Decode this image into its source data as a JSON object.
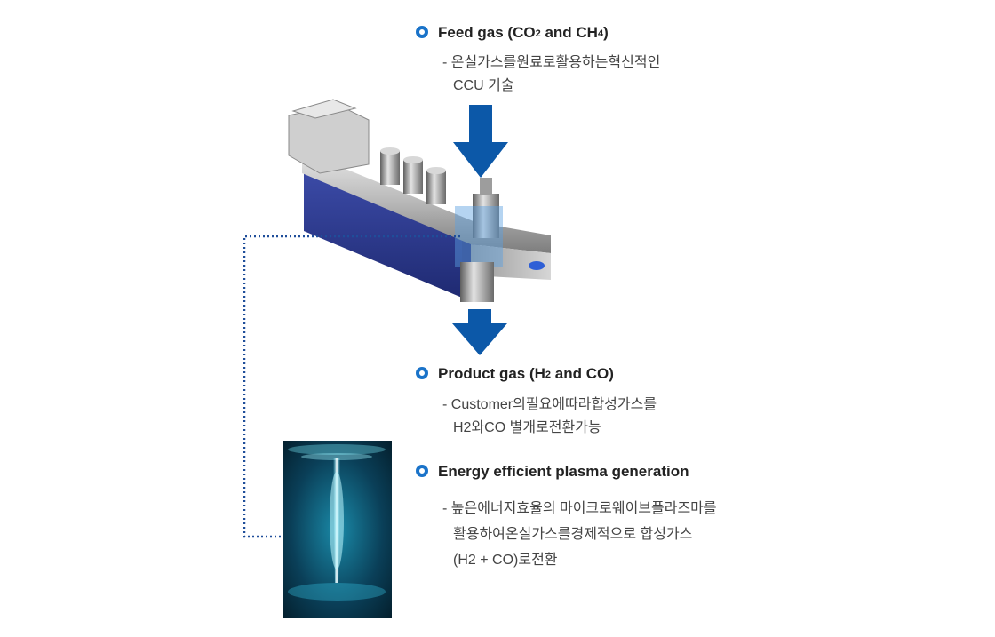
{
  "feed": {
    "title_prefix": "Feed gas (CO",
    "sub1": "2",
    "title_mid": " and CH",
    "sub2": "4",
    "title_suffix": ")",
    "desc_line1": "- 온실가스를원료로활용하는혁신적인",
    "desc_line2": "CCU 기술"
  },
  "product": {
    "title_prefix": "Product gas (H",
    "sub1": "2",
    "title_suffix": " and CO)",
    "desc_line1": "- Customer의필요에따라합성가스를",
    "desc_line2": "H2와CO 별개로전환가능"
  },
  "energy": {
    "title": "Energy efficient plasma generation",
    "desc_line1": "- 높은에너지효율의 마이크로웨이브플라즈마를",
    "desc_line2": "활용하여온실가스를경제적으로 합성가스",
    "desc_line3": "(H2 + CO)로전환"
  },
  "colors": {
    "accent": "#1a73c9",
    "arrow": "#0c58a8",
    "dotted_line": "#1f4e9a"
  }
}
